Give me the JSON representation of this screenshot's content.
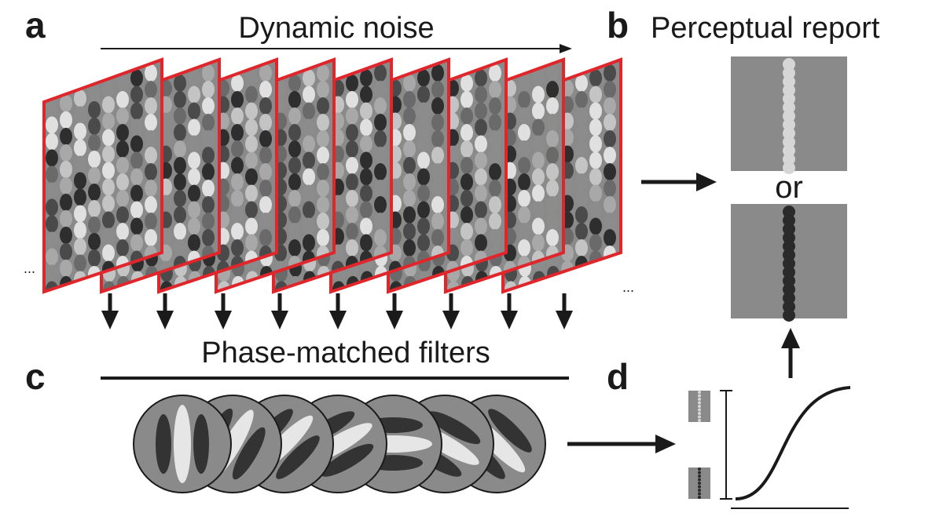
{
  "panels": {
    "a": {
      "letter": "a",
      "title": "Dynamic noise"
    },
    "b": {
      "letter": "b",
      "title": "Perceptual report",
      "or_label": "or"
    },
    "c": {
      "letter": "c",
      "title": "Phase-matched filters"
    },
    "d": {
      "letter": "d"
    }
  },
  "continuation": {
    "left": "...",
    "right": "..."
  },
  "colors": {
    "frame_border": "#e0262b",
    "background_gray": "#8a8a8a",
    "light_dot": "#d6d6d6",
    "dark_dot": "#2a2a2a",
    "ink": "#1a1a1a"
  },
  "noise_frames": {
    "count": 9
  },
  "filters": {
    "count": 7,
    "orientations_deg": [
      0,
      30,
      45,
      60,
      90,
      120,
      135
    ]
  },
  "report_options": [
    {
      "name": "light-vertical-line",
      "dot": "light"
    },
    {
      "name": "dark-vertical-line",
      "dot": "dark"
    }
  ]
}
